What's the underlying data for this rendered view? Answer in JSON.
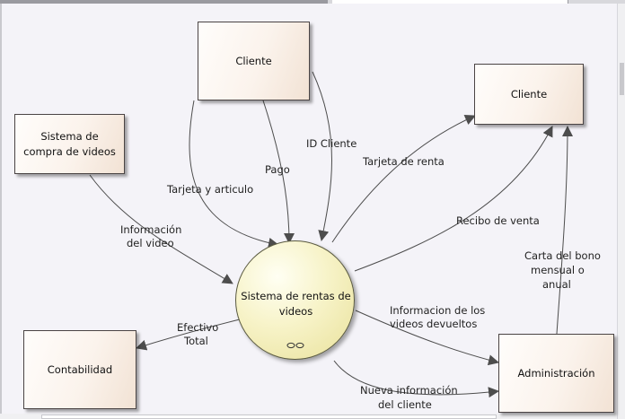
{
  "entities": {
    "cliente_top": "Cliente",
    "cliente_right": "Cliente",
    "sistema_compra": "Sistema de compra de videos",
    "contabilidad": "Contabilidad",
    "administracion": "Administración"
  },
  "process": {
    "label": "Sistema de rentas de videos"
  },
  "flows": {
    "tarjeta_articulo": "Tarjeta y articulo",
    "pago": "Pago",
    "id_cliente": "ID Cliente",
    "tarjeta_renta": "Tarjeta de renta",
    "recibo_venta": "Recibo de venta",
    "info_video_1": "Información",
    "info_video_2": "del video",
    "efectivo_1": "Efectivo",
    "efectivo_2": "Total",
    "carta_1": "Carta del bono",
    "carta_2": "mensual o",
    "carta_3": "anual",
    "devueltos_1": "Informacion de los",
    "devueltos_2": "videos devueltos",
    "nueva_1": "Nueva información",
    "nueva_2": "del cliente"
  },
  "colors": {
    "connector": "#4d4d4d",
    "entity_fill": "#f8ece1",
    "process_fill": "#f5f0c0"
  }
}
